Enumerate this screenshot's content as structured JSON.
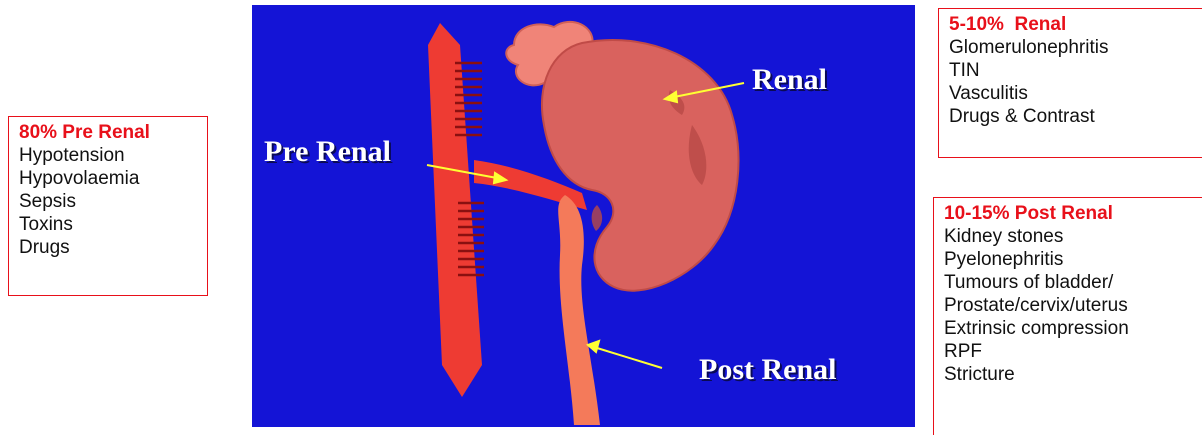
{
  "diagram": {
    "labels": {
      "renal": "Renal",
      "pre_renal": "Pre Renal",
      "post_renal": "Post Renal"
    },
    "colors": {
      "background": "#1414d6",
      "kidney": "#d9625e",
      "artery": "#ee3b33",
      "ureter": "#f47a5a",
      "arrow": "#ffff33"
    }
  },
  "pre_renal_box": {
    "heading": "80% Pre Renal",
    "items": [
      "Hypotension",
      "Hypovolaemia",
      "Sepsis",
      "Toxins",
      "Drugs"
    ]
  },
  "renal_box": {
    "heading": "5-10%  Renal",
    "items": [
      "Glomerulonephritis",
      "TIN",
      "Vasculitis",
      "Drugs & Contrast"
    ]
  },
  "post_renal_box": {
    "heading": "10-15% Post Renal",
    "items": [
      "Kidney stones",
      "Pyelonephritis",
      "Tumours of bladder/",
      "Prostate/cervix/uterus",
      "Extrinsic compression",
      "RPF",
      "Stricture"
    ]
  },
  "accent_color": "#e8101a"
}
